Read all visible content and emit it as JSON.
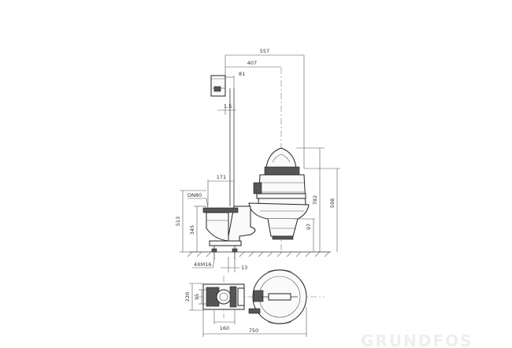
{
  "dimensions": {
    "overall_width_top": "557",
    "to_axis_top": "407",
    "bracket_offset": "81",
    "rail_offset": "1.5",
    "flange_offset": "171",
    "outlet_label": "DN80",
    "overall_height": "782",
    "motor_height": "598",
    "base_height": "97",
    "outlet_height_total": "513",
    "outlet_height": "345",
    "anchor_bolts": "4XM16",
    "gap": "13",
    "plan_depth": "220",
    "plan_depth_inner": "95",
    "plan_bolt_spacing": "160",
    "plan_width": "750"
  },
  "watermark": "GRUNDFOS"
}
